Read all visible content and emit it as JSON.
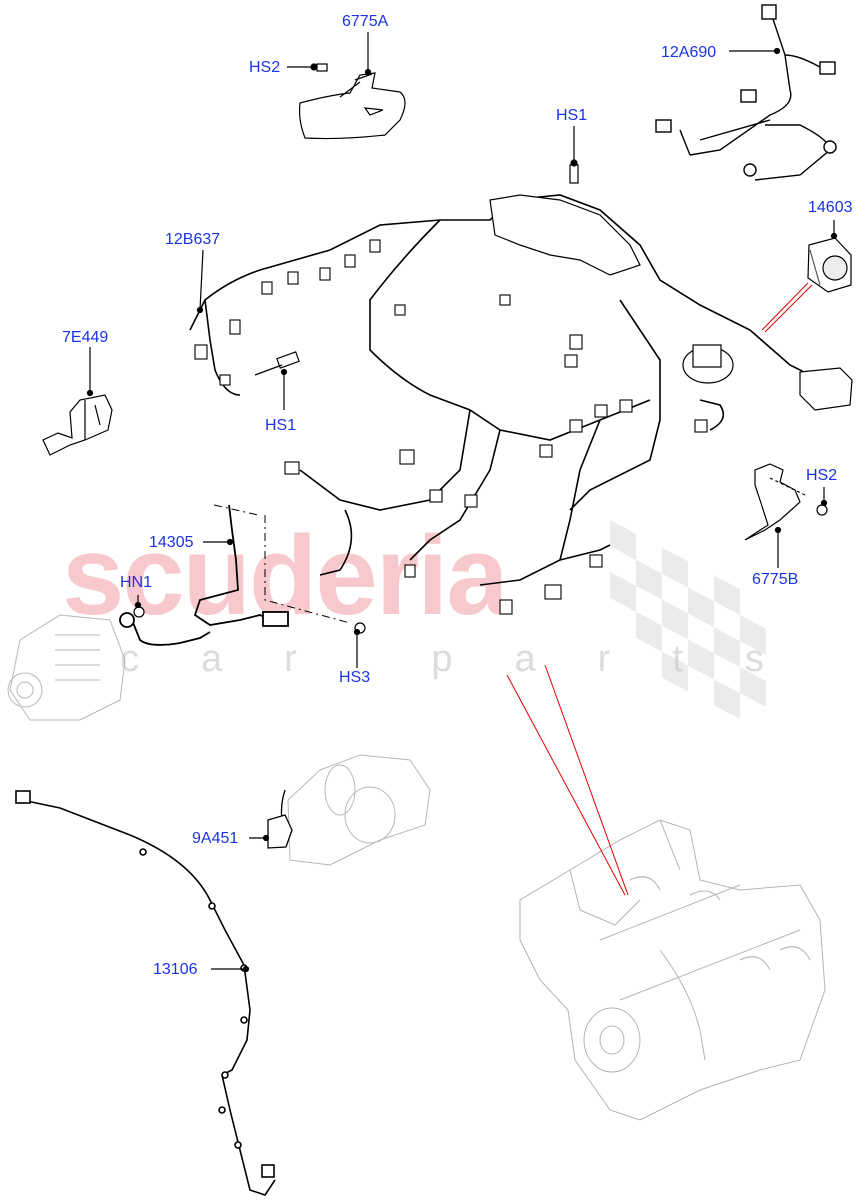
{
  "diagram": {
    "type": "exploded parts diagram",
    "subject": "Engine wiring harness assembly",
    "label_color": "#1a33e6",
    "leader_color": "#000000",
    "reference_line_color": "#e00000"
  },
  "watermark": {
    "main_text": "scuderia",
    "sub_text": "car parts",
    "main_color": "#f7c9cc",
    "sub_color": "#dcdcdc"
  },
  "callouts": [
    {
      "id": "6775A",
      "text": "6775A",
      "part": "heat shield bracket (top)"
    },
    {
      "id": "HS2_top",
      "text": "HS2",
      "part": "screw for 6775A"
    },
    {
      "id": "12A690",
      "text": "12A690",
      "part": "injector wiring harness"
    },
    {
      "id": "HS1_top",
      "text": "HS1",
      "part": "bolt"
    },
    {
      "id": "14603",
      "text": "14603",
      "part": "grommet / sleeve"
    },
    {
      "id": "12B637",
      "text": "12B637",
      "part": "engine wiring harness"
    },
    {
      "id": "7E449",
      "text": "7E449",
      "part": "bracket"
    },
    {
      "id": "HS1_mid",
      "text": "HS1",
      "part": "bolt"
    },
    {
      "id": "HS2_right",
      "text": "HS2",
      "part": "screw for 6775B"
    },
    {
      "id": "6775B",
      "text": "6775B",
      "part": "heat shield bracket (right)"
    },
    {
      "id": "14305",
      "text": "14305",
      "part": "alternator cable"
    },
    {
      "id": "HN1",
      "text": "HN1",
      "part": "nut"
    },
    {
      "id": "HS3",
      "text": "HS3",
      "part": "bolt"
    },
    {
      "id": "9A451",
      "text": "9A451",
      "part": "starter motor connector"
    },
    {
      "id": "13106",
      "text": "13106",
      "part": "ground/jumper harness"
    }
  ],
  "components": [
    {
      "name": "alternator",
      "style": "ghost"
    },
    {
      "name": "starter-motor",
      "style": "ghost"
    },
    {
      "name": "engine-block",
      "style": "ghost"
    }
  ]
}
